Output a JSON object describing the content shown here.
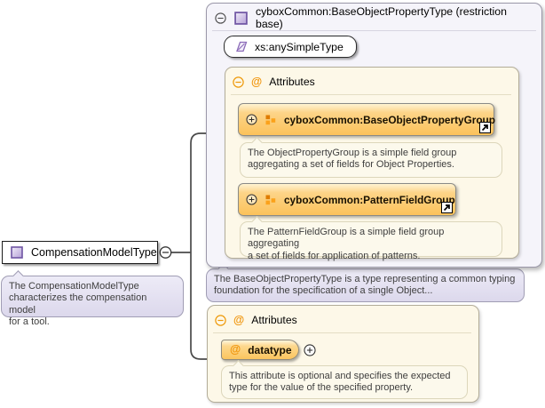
{
  "left_node": {
    "label": "CompensationModelType",
    "tooltip": "The CompensationModelType\ncharacterizes the compensation model\nfor a tool."
  },
  "base_panel": {
    "title": "cyboxCommon:BaseObjectPropertyType (restriction base)",
    "base_type": "xs:anySimpleType",
    "attributes": {
      "header": "Attributes",
      "groups": [
        {
          "label": "cyboxCommon:BaseObjectPropertyGroup",
          "tooltip": "The ObjectPropertyGroup is a simple field group\naggregating a set of fields for Object Properties."
        },
        {
          "label": "cyboxCommon:PatternFieldGroup",
          "tooltip": "The PatternFieldGroup is a simple field group aggregating\na set of fields for application of patterns."
        }
      ]
    },
    "tooltip": "The BaseObjectPropertyType is a type representing a common typing\nfoundation for the specification of a single Object..."
  },
  "attr_panel": {
    "header": "Attributes",
    "attribute": {
      "name": "datatype",
      "tooltip": "This attribute is optional and specifies the expected\ntype for the value of the specified property."
    }
  },
  "icons": {
    "at_sign": "@",
    "collapse": "minus-circle",
    "expand": "plus-circle",
    "link": "arrow-up-right"
  },
  "colors": {
    "panel_lavender_bg": "#f5f4fa",
    "panel_border": "#9b98a9",
    "cream_bg": "#fdf8e8",
    "cream_border": "#b3ad99",
    "group_box_orange": "#fbc25b",
    "tag_orange": "#fbc55e",
    "tooltip_lavender": "#e6e3f2",
    "tooltip_cream": "#fcf9ec",
    "accent_orange": "#f0940a",
    "accent_purple": "#6f55a3",
    "connector": "#4a4a4a"
  }
}
